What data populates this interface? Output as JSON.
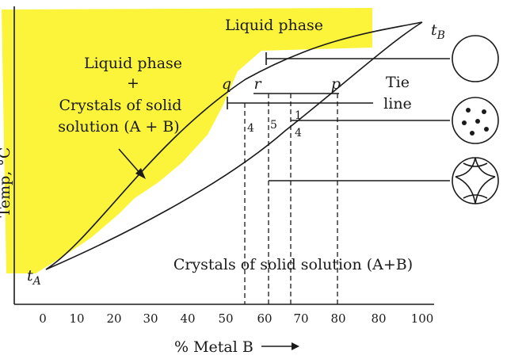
{
  "phases": {
    "liquid": "Liquid phase",
    "mixed_line1": "Liquid phase",
    "mixed_line2": "+",
    "mixed_line3": "Crystals of solid",
    "mixed_line4": "solution (A + B)",
    "solid": "Crystals of solid solution (A+B)"
  },
  "tie_line": {
    "line1": "Tie",
    "line2": "line"
  },
  "points": {
    "q": "q",
    "r": "r",
    "p": "p",
    "tA": "t",
    "tA_sub": "A",
    "tB": "t",
    "tB_sub": "B"
  },
  "lever_labels": {
    "left": "4",
    "middle": "5",
    "right_top": "1",
    "right_bottom": "4"
  },
  "axis": {
    "y_label": "Temp, °C",
    "x_label": "% Metal B",
    "x_ticks": [
      "0",
      "10",
      "20",
      "30",
      "40",
      "50",
      "60",
      "70",
      "80",
      "80",
      "100"
    ]
  },
  "colors": {
    "highlight": "#fbf43a",
    "ink": "#1a1a1a"
  },
  "icons": [
    "liquid-circle-icon",
    "nucleating-crystals-icon",
    "solid-grains-icon"
  ]
}
